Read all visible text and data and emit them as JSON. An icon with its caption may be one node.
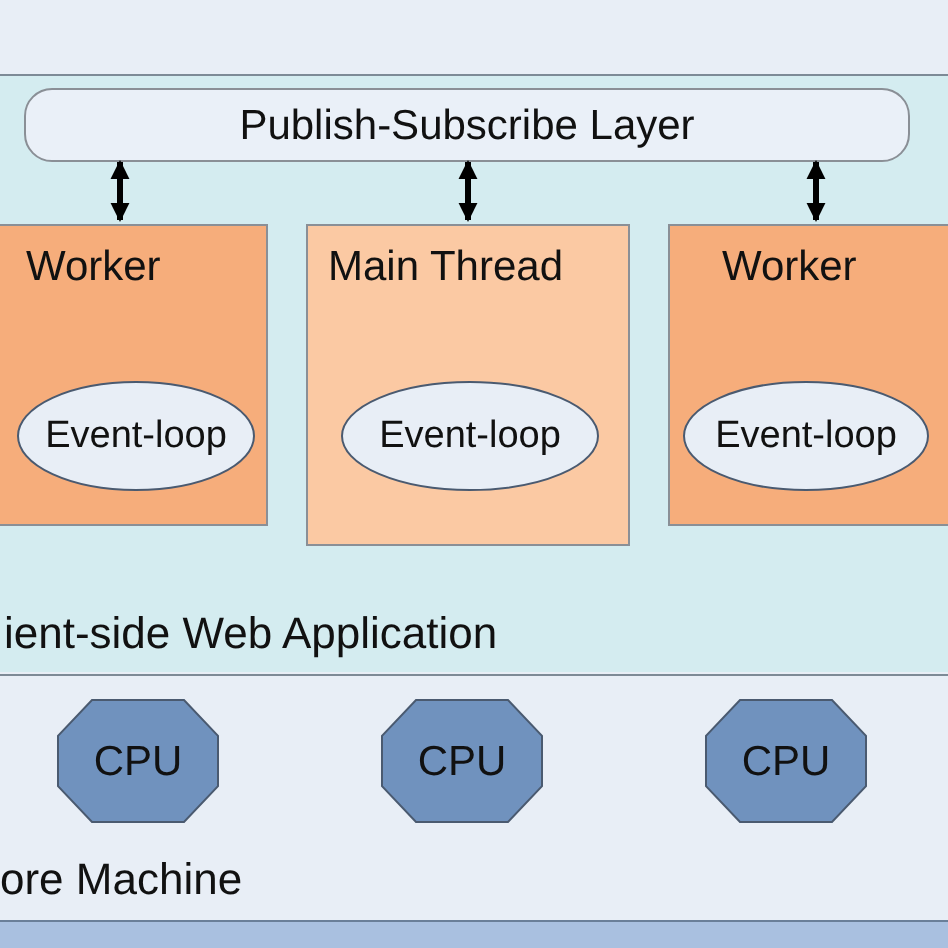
{
  "diagram": {
    "nodes": [
      {
        "text": [
          "ient-side Web Application"
        ]
      },
      {
        "text": [
          "Publish-Subscribe Layer"
        ],
        "in": 0
      },
      {
        "text": [
          "Worker"
        ],
        "in": 0
      },
      {
        "text": [
          "Event-loop"
        ],
        "in": 2
      },
      {
        "text": [
          "Main Thread"
        ],
        "in": 0
      },
      {
        "text": [
          "Event-loop"
        ],
        "in": 4
      },
      {
        "text": [
          "Worker"
        ],
        "in": 0
      },
      {
        "text": [
          "Event-loop"
        ],
        "in": 6
      },
      {
        "text": [
          "ore Machine"
        ]
      },
      {
        "text": [
          "CPU"
        ],
        "in": 8
      },
      {
        "text": [
          "CPU"
        ],
        "in": 8
      },
      {
        "text": [
          "CPU"
        ],
        "in": 8
      }
    ],
    "edges": [
      {
        "from": 1,
        "to": 2,
        "arrow": "both"
      },
      {
        "from": 1,
        "to": 4,
        "arrow": "both"
      },
      {
        "from": 1,
        "to": 6,
        "arrow": "both"
      }
    ]
  }
}
